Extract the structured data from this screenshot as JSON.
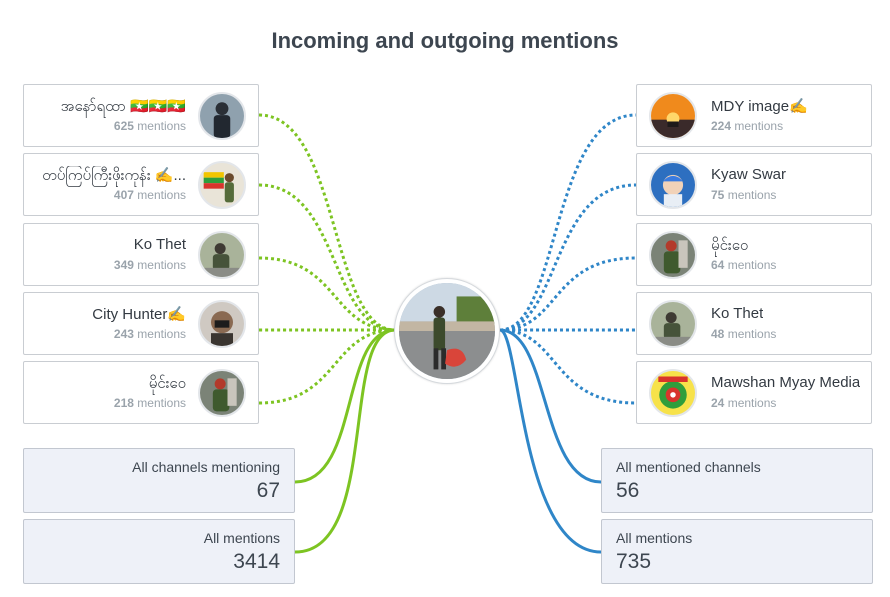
{
  "title": "Incoming and outgoing mentions",
  "mention_word": "mentions",
  "colors": {
    "incoming": "#7dc422",
    "outgoing": "#2f86c8"
  },
  "incoming": [
    {
      "name": "အနော်ရထာ 🇲🇲🇲🇲🇲🇲",
      "count": "625",
      "avatar": "person-icon"
    },
    {
      "name": "တပ်ကြပ်ကြီးဖိုးကုန်း ✍️...",
      "count": "407",
      "avatar": "flag-person-icon"
    },
    {
      "name": "Ko Thet",
      "count": "349",
      "avatar": "person-icon"
    },
    {
      "name": "City Hunter✍️",
      "count": "243",
      "avatar": "person-icon"
    },
    {
      "name": "မိုင်းဝေ",
      "count": "218",
      "avatar": "person-icon"
    }
  ],
  "outgoing": [
    {
      "name": "MDY image✍️",
      "count": "224",
      "avatar": "sunset-icon"
    },
    {
      "name": "Kyaw Swar",
      "count": "75",
      "avatar": "child-icon"
    },
    {
      "name": "မိုင်းဝေ",
      "count": "64",
      "avatar": "person-icon"
    },
    {
      "name": "Ko Thet",
      "count": "48",
      "avatar": "person-icon"
    },
    {
      "name": "Mawshan Myay Media",
      "count": "24",
      "avatar": "logo-icon"
    }
  ],
  "totals": {
    "channels_mentioning": {
      "label": "All channels mentioning",
      "value": "67"
    },
    "mentions_in": {
      "label": "All mentions",
      "value": "3414"
    },
    "mentioned_channels": {
      "label": "All mentioned channels",
      "value": "56"
    },
    "mentions_out": {
      "label": "All mentions",
      "value": "735"
    }
  }
}
